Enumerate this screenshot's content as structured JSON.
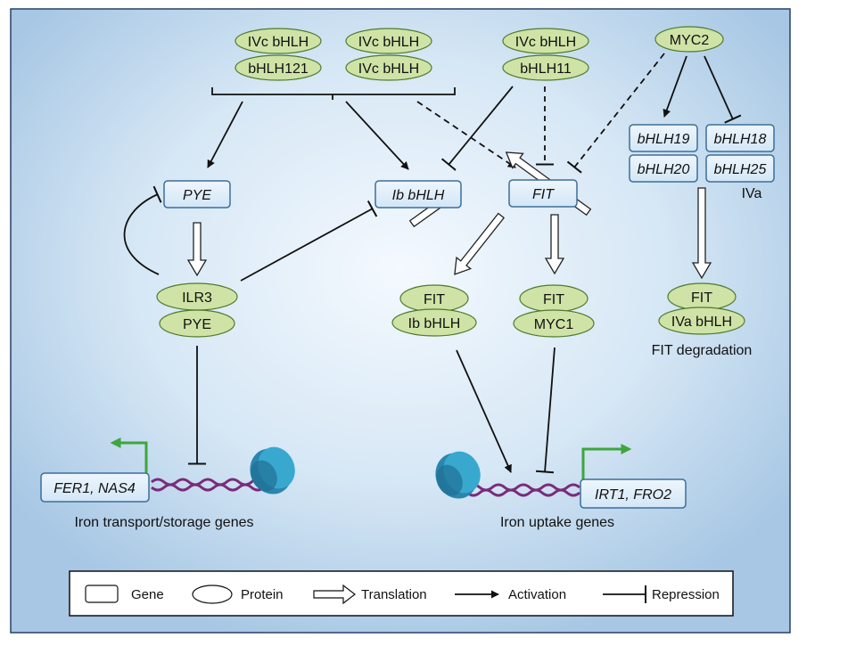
{
  "proteins": {
    "ivc1": "IVc bHLH",
    "bhlh121": "bHLH121",
    "ivc2": "IVc bHLH",
    "ivc3": "IVc bHLH",
    "ivc4": "IVc bHLH",
    "bhlh11": "bHLH11",
    "myc2": "MYC2",
    "ilr3": "ILR3",
    "pye": "PYE",
    "fit_a": "FIT",
    "ib_bhlh": "Ib bHLH",
    "fit_b": "FIT",
    "myc1": "MYC1",
    "fit_c": "FIT",
    "iva_bhlh": "IVa bHLH"
  },
  "genes": {
    "pye": "PYE",
    "ib_bhlh": "Ib bHLH",
    "fit": "FIT",
    "bhlh19": "bHLH19",
    "bhlh20": "bHLH20",
    "bhlh18": "bHLH18",
    "bhlh25": "bHLH25",
    "fer1_nas4": "FER1, NAS4",
    "irt1_fro2": "IRT1, FRO2"
  },
  "labels": {
    "iva": "IVa",
    "fit_degradation": "FIT degradation",
    "transport_storage": "Iron transport/storage genes",
    "uptake": "Iron uptake genes"
  },
  "legend": {
    "gene": "Gene",
    "protein": "Protein",
    "translation": "Translation",
    "activation": "Activation",
    "repression": "Repression"
  },
  "colors": {
    "protein_fill": "#cfe3a6",
    "protein_stroke": "#4f7a2e",
    "gene_stroke": "#3d6e98",
    "promoter_arrow": "#3ea63e",
    "dna": "#7a2b7a",
    "nucleosome": "#2f8fb0",
    "panel_border": "#2a3f66"
  }
}
